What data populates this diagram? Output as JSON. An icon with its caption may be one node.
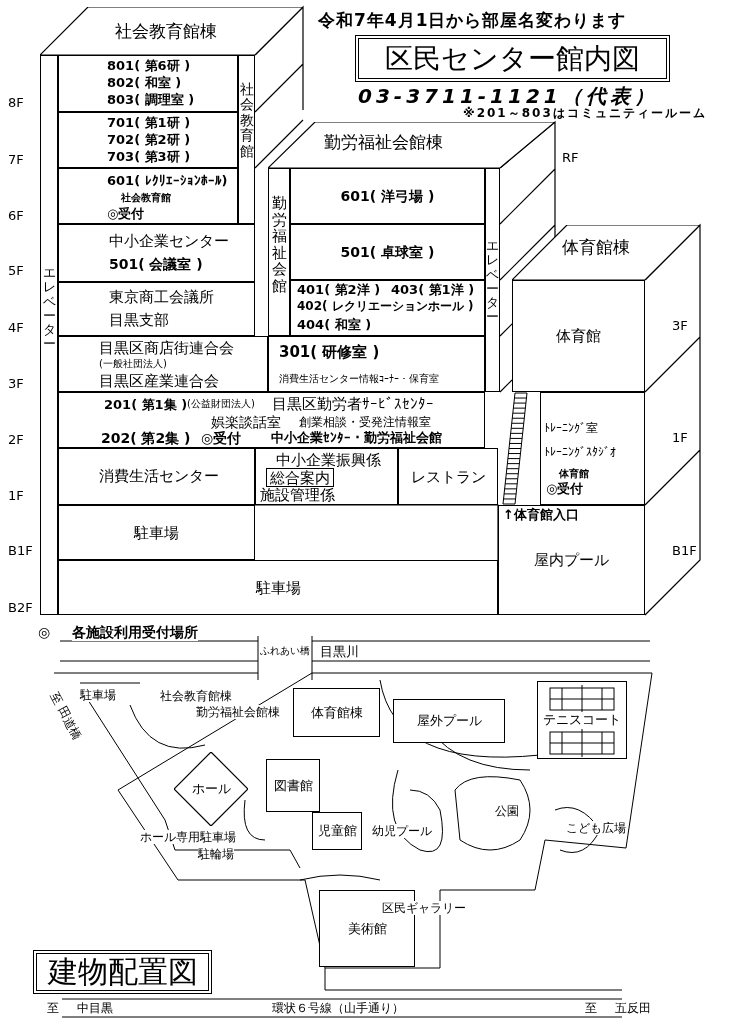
{
  "diagram": {
    "nodes": [
      {
        "text": [
          "社会教育館棟"
        ]
      },
      {
        "text": [
          "エレベーター"
        ]
      },
      {
        "text": [
          "801( 第6研 )",
          "802( 和室 )",
          "803( 調理室 )"
        ]
      },
      {
        "text": [
          "701( 第1研 )",
          "702( 第2研 )",
          "703( 第3研 )"
        ]
      },
      {
        "text": [
          "601( ﾚｸﾘｴｰｼｮﾝﾎｰﾙ)",
          "社会教育館",
          "◎受付"
        ]
      },
      {
        "text": [
          "社会教育館"
        ]
      },
      {
        "text": [
          "中小企業センター",
          "501( 会議室 )"
        ]
      },
      {
        "text": [
          "東京商工会議所",
          "目黒支部"
        ]
      },
      {
        "text": [
          "目黒区商店街連合会",
          "(一般社団法人)",
          "目黒区産業連合会"
        ]
      },
      {
        "text": [
          "201( 第1集 )",
          "(公益財団法人)",
          "目黒区勤労者ｻｰﾋﾞｽｾﾝﾀｰ",
          "娯楽談話室",
          "創業相談・受発注情報室",
          "202( 第2集 )",
          "◎受付",
          "中小企業ｾﾝﾀｰ・勤労福祉会館"
        ]
      },
      {
        "text": [
          "消費生活センター"
        ]
      },
      {
        "text": [
          "中小企業振興係",
          "施設管理係"
        ]
      },
      {
        "text": [
          "総合案内"
        ],
        "in": 11
      },
      {
        "text": [
          "レストラン"
        ]
      },
      {
        "text": [
          "駐車場"
        ]
      },
      {
        "text": [
          "駐車場"
        ]
      },
      {
        "text": [
          "勤労福祉会館棟"
        ]
      },
      {
        "text": [
          "勤労福祉会館"
        ]
      },
      {
        "text": [
          "601( 洋弓場 )"
        ]
      },
      {
        "text": [
          "501( 卓球室 )"
        ]
      },
      {
        "text": [
          "401( 第2洋 )",
          "403( 第1洋 )",
          "402( レクリエーションホール )",
          "404( 和室 )"
        ]
      },
      {
        "text": [
          "301( 研修室 )",
          "消費生活センター情報ｺｰﾅｰ・保育室"
        ]
      },
      {
        "text": [
          "エレベーター"
        ]
      },
      {
        "text": [
          "体育館棟"
        ]
      },
      {
        "text": [
          "体育館"
        ]
      },
      {
        "text": [
          "ﾄﾚｰﾆﾝｸﾞ室",
          "ﾄﾚｰﾆﾝｸﾞｽﾀｼﾞｵ",
          "体育館",
          "◎受付"
        ]
      },
      {
        "text": [
          "屋内プール"
        ]
      },
      {
        "text": [
          "区民センター館内図"
        ]
      },
      {
        "text": [
          "体育館棟"
        ]
      },
      {
        "text": [
          "屋外プール"
        ]
      },
      {
        "text": [
          "テニスコート"
        ]
      },
      {
        "text": [
          "ホール"
        ]
      },
      {
        "text": [
          "図書館"
        ]
      },
      {
        "text": [
          "児童館"
        ]
      },
      {
        "text": [
          "美術館"
        ]
      },
      {
        "text": [
          "建物配置図"
        ]
      }
    ],
    "labels": [
      "令和7年4月1日から部屋名変わります",
      "03-3711-1121（代表）",
      "※201～803はコミュニティールーム",
      "RF",
      "8F",
      "7F",
      "6F",
      "5F",
      "4F",
      "3F",
      "2F",
      "1F",
      "B1F",
      "B2F",
      "3F",
      "1F",
      "B1F",
      "↑体育館入口",
      "◎",
      "各施設利用受付場所",
      "ふれあい橋",
      "目黒川",
      "至 田道橋",
      "駐車場",
      "社会教育館棟",
      "勤労福祉会館棟",
      "ホール専用駐車場",
      "駐輪場",
      "幼児プール",
      "公園",
      "こども広場",
      "区民ギャラリー",
      "至 中目黒",
      "環状６号線（山手通り）",
      "至 五反田"
    ]
  }
}
